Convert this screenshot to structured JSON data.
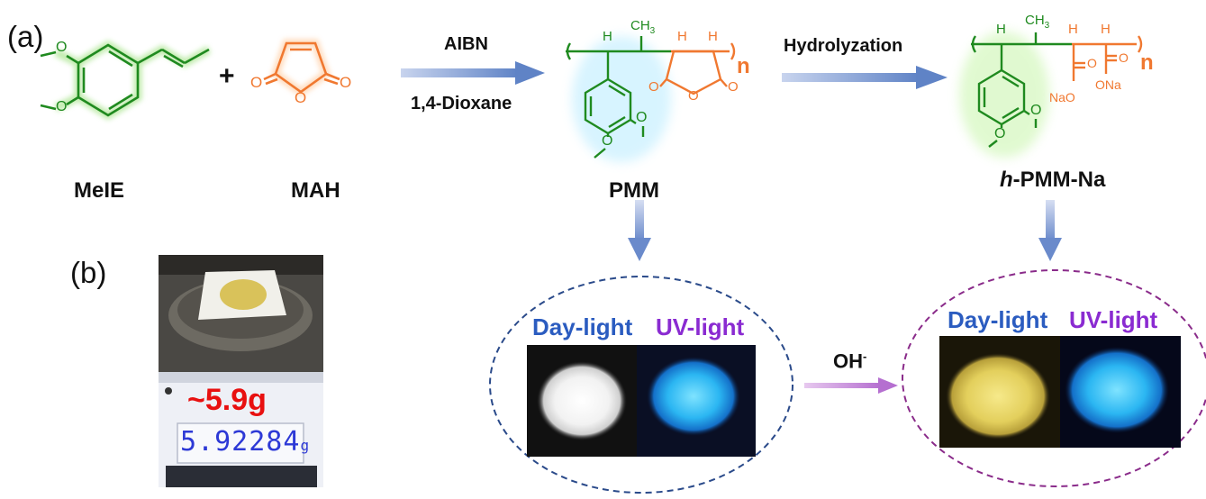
{
  "panel_a": {
    "label": "(a)",
    "reagents": {
      "meie_name": "MeIE",
      "plus": "+",
      "mah_name": "MAH"
    },
    "step1": {
      "above": "AIBN",
      "below": "1,4-Dioxane"
    },
    "pmm_name": "PMM",
    "step2": {
      "above": "Hydrolyzation"
    },
    "hpmm_name_italic": "h",
    "hpmm_name_rest": "-PMM-Na",
    "atoms": {
      "methoxy_o": "O",
      "ch3": "CH",
      "ch3_sub": "3",
      "h": "H",
      "n": "n",
      "ona": "ONa",
      "nao": "NaO",
      "o": "O"
    }
  },
  "panel_b": {
    "label": "(b)",
    "mass_label": "~5.9g",
    "balance_reading": "5.92284",
    "balance_unit": "g"
  },
  "comparison": {
    "day_label": "Day-light",
    "uv_label": "UV-light",
    "oh_label": "OH",
    "oh_sup": "-"
  },
  "colors": {
    "meie_green": "#1f8a1f",
    "mah_orange": "#f07830",
    "day_blue": "#2b5cc0",
    "uv_purple": "#8a2bd1",
    "pmm_circle": "#2a4a8a",
    "hpmm_circle": "#8a2b8a",
    "arrow_blue": "#7a9ad0"
  }
}
